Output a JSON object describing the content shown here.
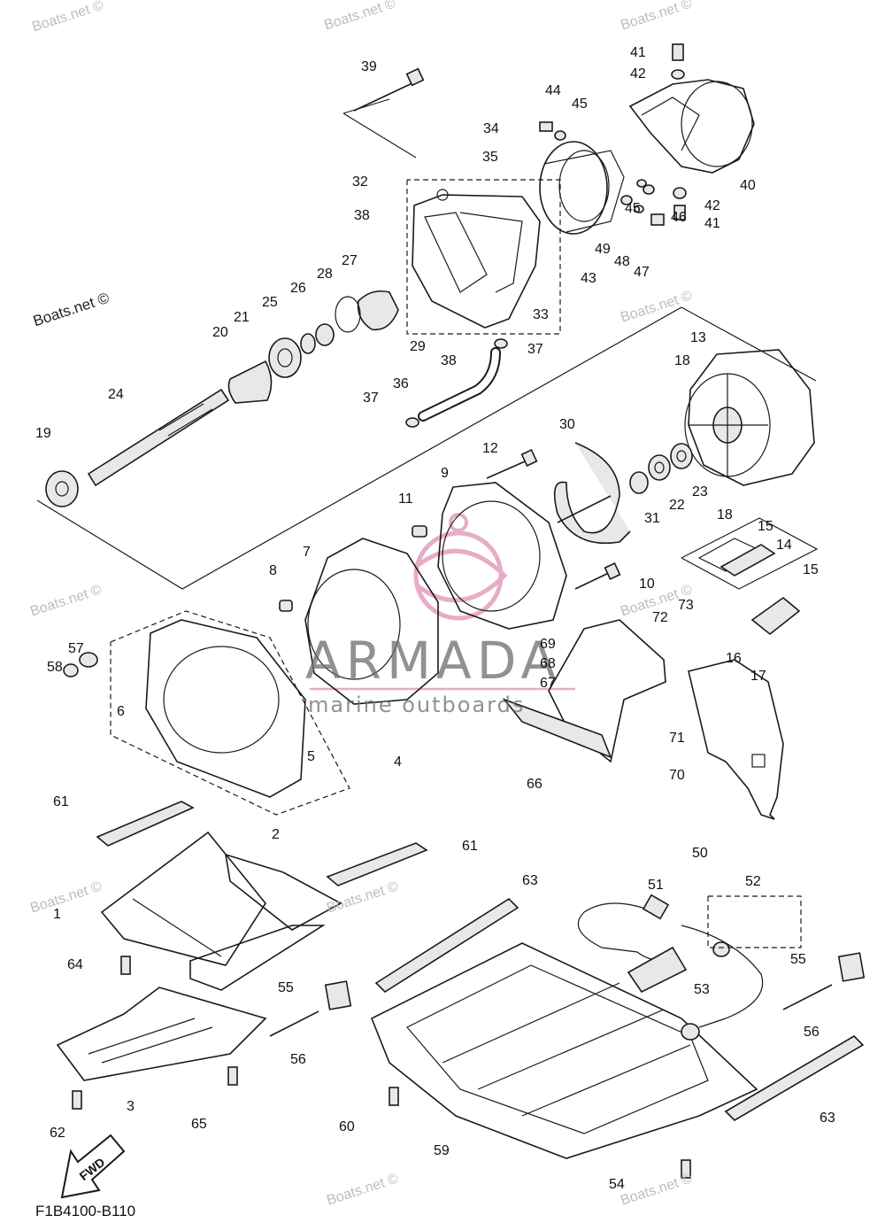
{
  "diagram_code": "F1B4100-B110",
  "direction_label": "FWD",
  "watermark": {
    "site": "Boats.net ©",
    "brand_title": "ARMADA",
    "brand_subtitle": "marine outboards",
    "brand_color": "#d4699a"
  },
  "callouts": [
    "41",
    "42",
    "39",
    "44",
    "45",
    "34",
    "35",
    "40",
    "32",
    "45",
    "46",
    "42",
    "41",
    "38",
    "49",
    "48",
    "47",
    "43",
    "27",
    "28",
    "26",
    "25",
    "21",
    "20",
    "33",
    "29",
    "38",
    "37",
    "13",
    "18",
    "36",
    "37",
    "24",
    "19",
    "30",
    "12",
    "9",
    "31",
    "22",
    "23",
    "18",
    "11",
    "15",
    "14",
    "15",
    "7",
    "8",
    "10",
    "72",
    "73",
    "16",
    "17",
    "57",
    "58",
    "69",
    "68",
    "6",
    "67",
    "5",
    "71",
    "4",
    "66",
    "70",
    "61",
    "2",
    "61",
    "50",
    "51",
    "52",
    "63",
    "1",
    "55",
    "64",
    "53",
    "55",
    "56",
    "56",
    "3",
    "60",
    "63",
    "62",
    "65",
    "59",
    "54"
  ]
}
